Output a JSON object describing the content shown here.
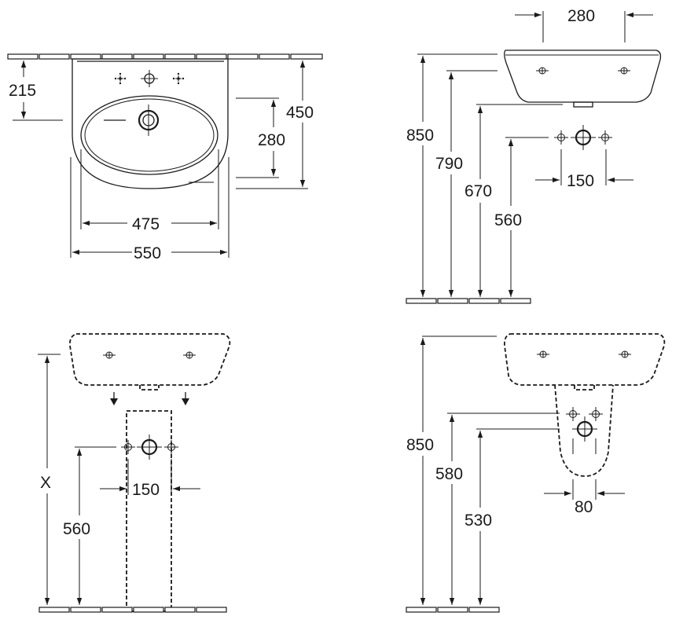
{
  "views": {
    "front_wall": {
      "dim_215": "215",
      "dim_450": "450",
      "dim_280": "280",
      "dim_475": "475",
      "dim_550": "550"
    },
    "side_wall": {
      "dim_280": "280",
      "dim_850": "850",
      "dim_790": "790",
      "dim_670": "670",
      "dim_560": "560",
      "dim_150": "150"
    },
    "pedestal": {
      "dim_x": "X",
      "dim_560": "560",
      "dim_150": "150"
    },
    "semi_pedestal": {
      "dim_850": "850",
      "dim_580": "580",
      "dim_530": "530",
      "dim_80": "80"
    }
  }
}
